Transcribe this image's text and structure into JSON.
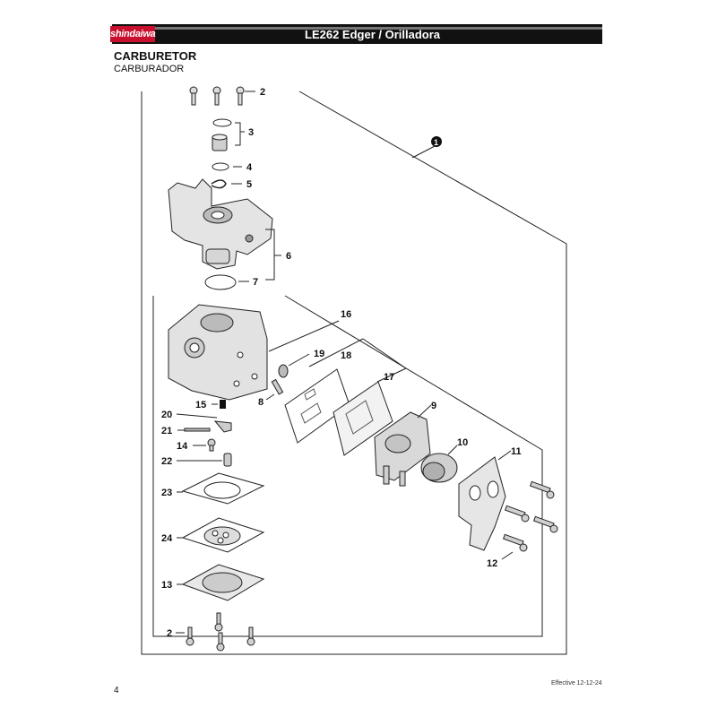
{
  "header": {
    "brand": "shindaiwa",
    "title": "LE262 Edger / Orilladora"
  },
  "section": {
    "title": "CARBURETOR",
    "subtitle": "CARBURADOR"
  },
  "callouts": {
    "c1": "1",
    "c2a": "2",
    "c2b": "2",
    "c3": "3",
    "c4": "4",
    "c5": "5",
    "c6": "6",
    "c7": "7",
    "c8": "8",
    "c9": "9",
    "c10": "10",
    "c11": "11",
    "c12": "12",
    "c13": "13",
    "c14": "14",
    "c15": "15",
    "c16": "16",
    "c17": "17",
    "c18": "18",
    "c19": "19",
    "c20": "20",
    "c21": "21",
    "c22": "22",
    "c23": "23",
    "c24": "24"
  },
  "footer": {
    "page": "4",
    "effective": "Effective 12-12-24"
  }
}
